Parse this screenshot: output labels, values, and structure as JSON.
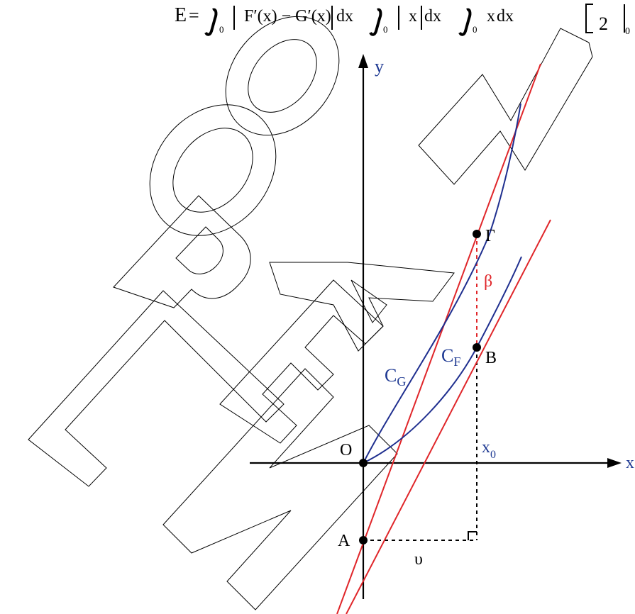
{
  "formula": {
    "lhs": "E",
    "eq": "=",
    "int_lower": "0",
    "abs_content": "F′(x) − G′(x)",
    "dx": "dx",
    "mid_integrand": "x",
    "last_integrand": "x",
    "dx2": "dx",
    "dx3": "dx",
    "bracket_denominator": "2",
    "bracket_sub": "0"
  },
  "watermark": {
    "text": "ΠΡΟΟΜΑ ΝΕΑ"
  },
  "axes": {
    "x_label": "x",
    "y_label": "y"
  },
  "points": {
    "origin": "O",
    "A": "A",
    "B": "B",
    "Gamma": "Γ"
  },
  "curves": {
    "C_G": {
      "main": "C",
      "sub": "G"
    },
    "C_F": {
      "main": "C",
      "sub": "F"
    }
  },
  "labels": {
    "x0_main": "x",
    "x0_sub": "0",
    "beta": "β",
    "upsilon": "υ"
  },
  "colors": {
    "axis": "#000000",
    "curve_blue": "#1f2f8f",
    "line_red": "#e0262a",
    "label_blue": "#1f3a93",
    "label_red": "#e0262a",
    "dashed": "#000000",
    "watermark_stroke": "#000000"
  }
}
